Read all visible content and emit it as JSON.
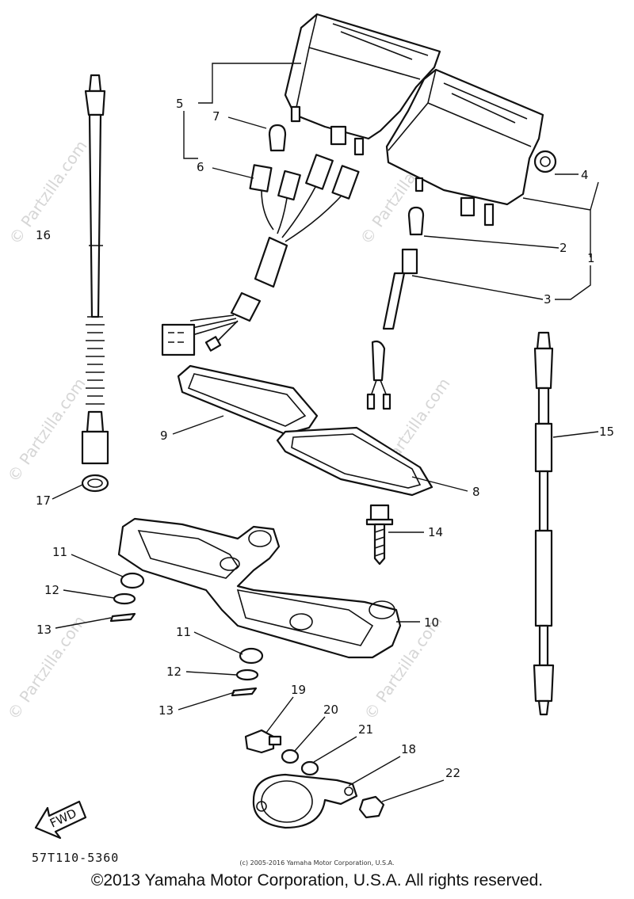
{
  "callouts": {
    "c1": "1",
    "c2": "2",
    "c3": "3",
    "c4": "4",
    "c5": "5",
    "c6": "6",
    "c7": "7",
    "c8": "8",
    "c9": "9",
    "c10": "10",
    "c11a": "11",
    "c11b": "11",
    "c12a": "12",
    "c12b": "12",
    "c13a": "13",
    "c13b": "13",
    "c14": "14",
    "c15": "15",
    "c16": "16",
    "c17": "17",
    "c18": "18",
    "c19": "19",
    "c20": "20",
    "c21": "21",
    "c22": "22"
  },
  "fwd_label": "FWD",
  "watermark": "© Partzilla.com",
  "part_ref": "57T110-5360",
  "small_copyright": "(c) 2005-2016 Yamaha Motor Corporation, U.S.A.",
  "copyright": "©2013 Yamaha Motor Corporation, U.S.A. All rights reserved."
}
